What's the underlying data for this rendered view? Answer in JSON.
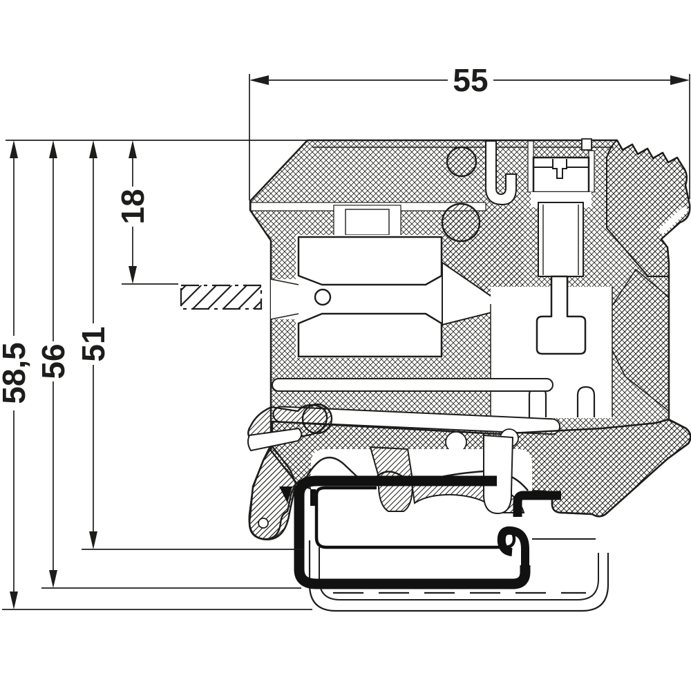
{
  "drawing": {
    "background": "#ffffff",
    "line_color": "#1d1d1b",
    "rail_color": "#111111"
  },
  "dimensions": {
    "width": {
      "label": "55"
    },
    "overall_height": {
      "label": "58,5"
    },
    "rail_bottom_height": {
      "label": "56"
    },
    "foot_height": {
      "label": "51"
    },
    "wire_entry_height": {
      "label": "18"
    }
  }
}
